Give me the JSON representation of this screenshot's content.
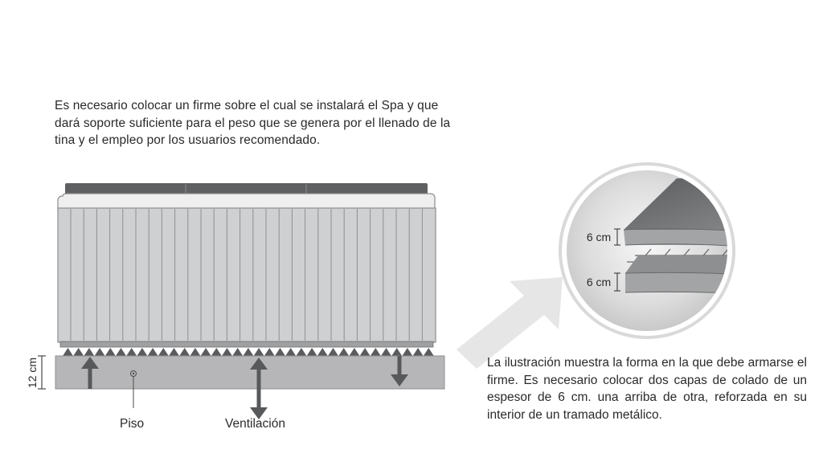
{
  "intro_text": "Es necesario colocar un firme sobre el cual se instalará el Spa y que dará soporte suficiente para el peso que se genera por el llenado de la tina y el empleo por los usuarios recomendado.",
  "caption_text": "La ilustración muestra la forma en la que debe armarse el firme. Es necesario colocar dos capas de colado de un espesor de 6 cm. una arriba de otra, reforzada en su interior de un tramado metálico.",
  "labels": {
    "slab_thickness": "12 cm",
    "floor": "Piso",
    "ventilation": "Ventilación",
    "layer_top": "6 cm",
    "layer_bottom": "6 cm"
  },
  "colors": {
    "panel": "#cfd0d2",
    "slab": "#b6b6b8",
    "cover": "#5f6062",
    "arrow": "#58595b",
    "big_arrow": "#e6e6e6"
  }
}
